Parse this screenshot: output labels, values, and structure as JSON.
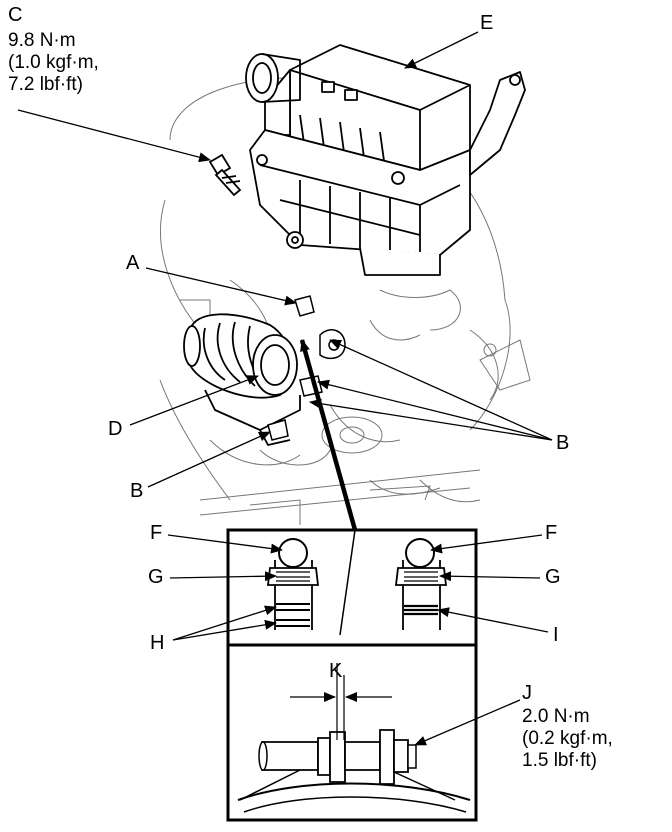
{
  "callouts": {
    "a": "A",
    "b1": "B",
    "b2": "B",
    "c": "C",
    "d": "D",
    "e": "E",
    "f_left": "F",
    "f_right": "F",
    "g_left": "G",
    "g_right": "G",
    "h": "H",
    "i": "I",
    "j": "J",
    "k": "K"
  },
  "torque_c": {
    "line1": "9.8 N·m",
    "line2": "(1.0 kgf·m,",
    "line3": "7.2 lbf·ft)"
  },
  "torque_j": {
    "line1": "2.0 N·m",
    "line2": "(0.2 kgf·m,",
    "line3": "1.5 lbf·ft)"
  }
}
